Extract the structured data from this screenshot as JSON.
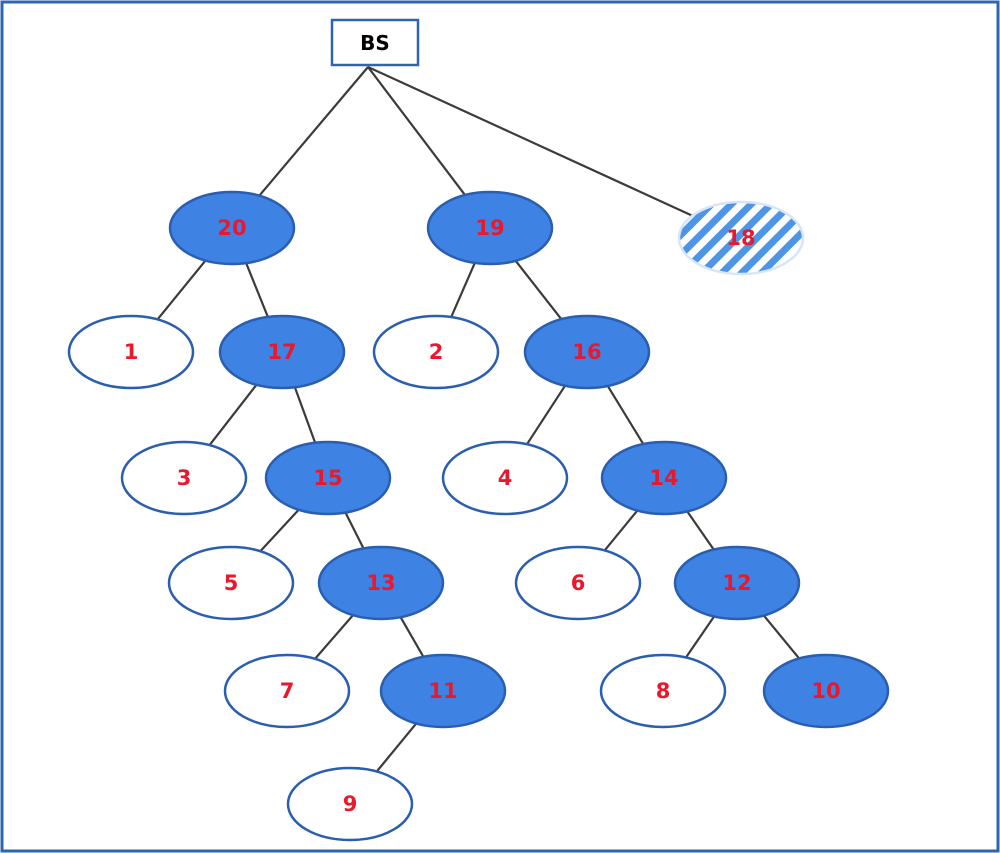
{
  "colors": {
    "frame": "#2F64B0",
    "edge": "#3B3B3B",
    "node_filled": "#3E82E4",
    "node_filled_stroke": "#2A5EAF",
    "node_empty": "#FFFFFF",
    "node_empty_stroke": "#2A5EAF",
    "hatch": "#4F95E6",
    "label": "#E8192C",
    "root_text": "#000000"
  },
  "root": {
    "label": "BS"
  },
  "nodes": [
    {
      "id": "n20",
      "label": "20",
      "style": "filled"
    },
    {
      "id": "n19",
      "label": "19",
      "style": "filled"
    },
    {
      "id": "n18",
      "label": "18",
      "style": "hatched"
    },
    {
      "id": "n1",
      "label": "1",
      "style": "empty"
    },
    {
      "id": "n17",
      "label": "17",
      "style": "filled"
    },
    {
      "id": "n2",
      "label": "2",
      "style": "empty"
    },
    {
      "id": "n16",
      "label": "16",
      "style": "filled"
    },
    {
      "id": "n3",
      "label": "3",
      "style": "empty"
    },
    {
      "id": "n15",
      "label": "15",
      "style": "filled"
    },
    {
      "id": "n4",
      "label": "4",
      "style": "empty"
    },
    {
      "id": "n14",
      "label": "14",
      "style": "filled"
    },
    {
      "id": "n5",
      "label": "5",
      "style": "empty"
    },
    {
      "id": "n13",
      "label": "13",
      "style": "filled"
    },
    {
      "id": "n6",
      "label": "6",
      "style": "empty"
    },
    {
      "id": "n12",
      "label": "12",
      "style": "filled"
    },
    {
      "id": "n7",
      "label": "7",
      "style": "empty"
    },
    {
      "id": "n11",
      "label": "11",
      "style": "filled"
    },
    {
      "id": "n8",
      "label": "8",
      "style": "empty"
    },
    {
      "id": "n10",
      "label": "10",
      "style": "filled"
    },
    {
      "id": "n9",
      "label": "9",
      "style": "empty"
    }
  ],
  "edges": [
    [
      "root",
      "n20"
    ],
    [
      "root",
      "n19"
    ],
    [
      "root",
      "n18"
    ],
    [
      "n20",
      "n1"
    ],
    [
      "n20",
      "n17"
    ],
    [
      "n17",
      "n3"
    ],
    [
      "n17",
      "n15"
    ],
    [
      "n15",
      "n5"
    ],
    [
      "n15",
      "n13"
    ],
    [
      "n13",
      "n7"
    ],
    [
      "n13",
      "n11"
    ],
    [
      "n11",
      "n9"
    ],
    [
      "n19",
      "n2"
    ],
    [
      "n19",
      "n16"
    ],
    [
      "n16",
      "n4"
    ],
    [
      "n16",
      "n14"
    ],
    [
      "n14",
      "n6"
    ],
    [
      "n14",
      "n12"
    ],
    [
      "n12",
      "n8"
    ],
    [
      "n12",
      "n10"
    ]
  ]
}
